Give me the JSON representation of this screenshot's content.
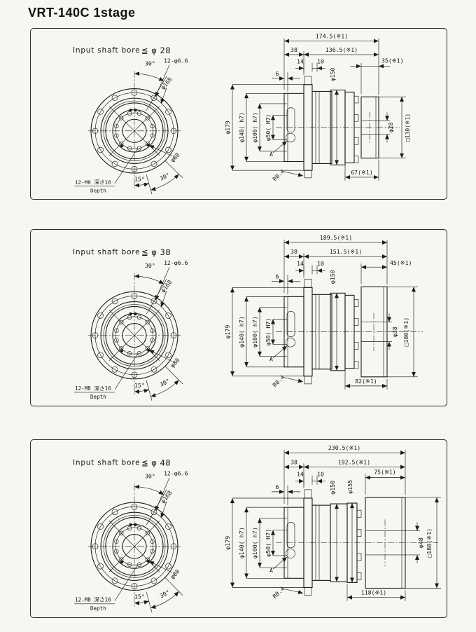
{
  "title": "VRT-140C 1stage",
  "panels": [
    {
      "header": {
        "label": "Input shaft bore",
        "limit": "≦ φ 28"
      },
      "front": {
        "angle_top": "30°",
        "bolt_spec": "12-φ6.6",
        "bolt_circle": "φ168",
        "inner_circle": "φ80",
        "angle_bottom_15": "15°",
        "angle_bottom_30": "30°",
        "tap_spec": "12-M8 深さ16",
        "tap_depth_label": "Depth"
      },
      "side": {
        "overall_len": "174.5(※1)",
        "front_len": "38",
        "rear_len": "136.5(※1)",
        "flange_w": "14",
        "step_w": "10",
        "cover_w": "6",
        "block_ext": "35(※1)",
        "block_total": "67(※1)",
        "body_dia": "φ150",
        "d_outer": "φ179",
        "d140": "φ140( h7)",
        "d100": "φ100( h7)",
        "d50": "φ50( H7)",
        "detail_label": "A",
        "fillet": "R0.4",
        "bore": "φ28",
        "square": "□130(※1)"
      }
    },
    {
      "header": {
        "label": "Input shaft bore",
        "limit": "≦ φ 38"
      },
      "front": {
        "angle_top": "30°",
        "bolt_spec": "12-φ6.6",
        "bolt_circle": "φ168",
        "inner_circle": "φ80",
        "angle_bottom_15": "15°",
        "angle_bottom_30": "30°",
        "tap_spec": "12-M8 深さ16",
        "tap_depth_label": "Depth"
      },
      "side": {
        "overall_len": "189.5(※1)",
        "front_len": "38",
        "rear_len": "151.5(※1)",
        "flange_w": "14",
        "step_w": "10",
        "cover_w": "6",
        "block_ext": "45(※1)",
        "block_total": "82(※1)",
        "body_dia": "φ150",
        "d_outer": "φ179",
        "d140": "φ140( h7)",
        "d100": "φ100( h7)",
        "d50": "φ50( H7)",
        "detail_label": "A",
        "fillet": "R0.4",
        "bore": "φ38",
        "square": "□180(※1)"
      }
    },
    {
      "header": {
        "label": "Input shaft bore",
        "limit": "≦ φ 48"
      },
      "front": {
        "angle_top": "30°",
        "bolt_spec": "12-φ6.6",
        "bolt_circle": "φ168",
        "inner_circle": "φ80",
        "angle_bottom_15": "15°",
        "angle_bottom_30": "30°",
        "tap_spec": "12-M8 深さ16",
        "tap_depth_label": "Depth"
      },
      "side": {
        "overall_len": "230.5(※1)",
        "front_len": "38",
        "rear_len": "192.5(※1)",
        "flange_w": "14",
        "step_w": "10",
        "cover_w": "6",
        "block_ext": "75(※1)",
        "block_total": "118(※1)",
        "body_dia": "φ150",
        "body_dia2": "φ155",
        "d_outer": "φ179",
        "d140": "φ140( h7)",
        "d100": "φ100( h7)",
        "d50": "φ50( H7)",
        "detail_label": "A",
        "fillet": "R0.4",
        "bore": "φ48",
        "square": "□180(※1)"
      }
    }
  ]
}
